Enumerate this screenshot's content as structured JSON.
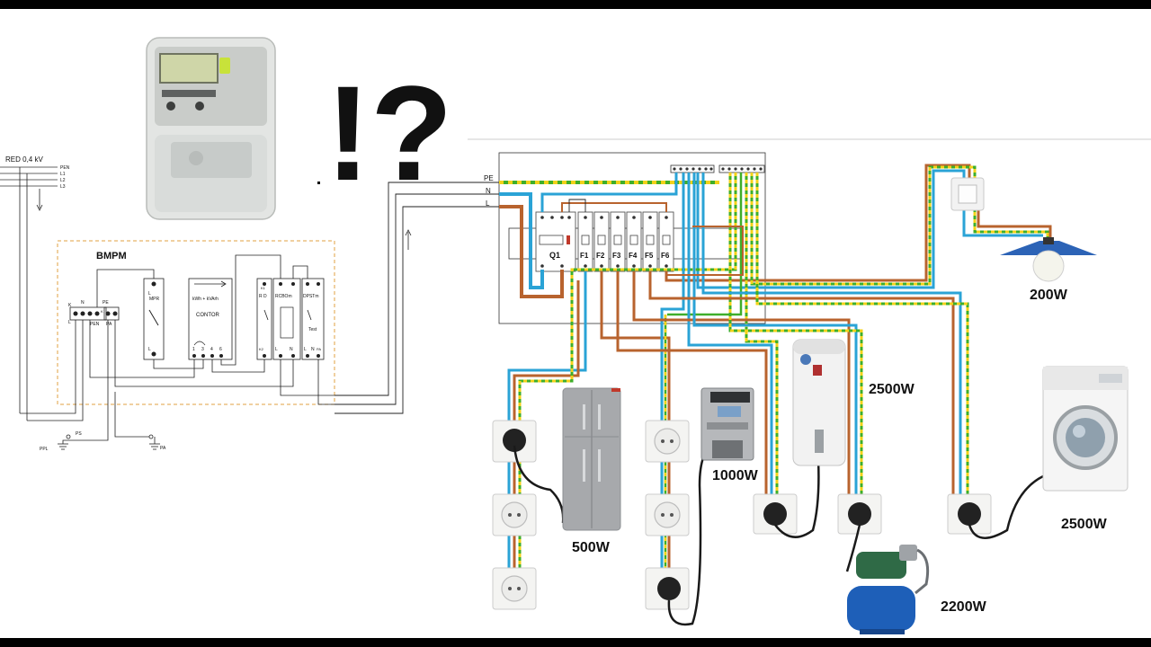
{
  "colors": {
    "pe_green": "#3fae2a",
    "pe_yellow": "#f2d21a",
    "neutral_blue": "#2aa3d6",
    "line_brown": "#b8632e",
    "thin_line": "#222222",
    "socket_white": "#f4f4f2",
    "pump_blue": "#1e5fb8",
    "dashed_box": "#e0a040"
  },
  "supply": {
    "label": "RED 0,4 kV",
    "lines": [
      "PEN",
      "L1",
      "L2",
      "L3"
    ]
  },
  "bmpm": {
    "title": "BMPM",
    "terminal_left": [
      "K",
      "L",
      "N",
      "PE",
      "K",
      "PEN",
      "PA"
    ],
    "mpr_label": "MPR",
    "meter_label": "kWh + kVArh",
    "meter_name": "CONTOR",
    "meter_terminals": [
      "1",
      "3",
      "4",
      "6"
    ],
    "mpr_terminals": [
      "L",
      "L"
    ],
    "breaker_labels": [
      "R D",
      "RCBOm",
      "DPSTm"
    ],
    "breaker_terminals": [
      "L",
      "L",
      "N",
      "L",
      "N",
      "PA"
    ],
    "k_labels": [
      "K1",
      "K2"
    ],
    "test_label": "Test",
    "ground_labels": [
      "PPL",
      "PS",
      "PA"
    ]
  },
  "symbols": "!?",
  "panel": {
    "bus_labels": [
      "PE",
      "N",
      "L"
    ],
    "main_breaker": "Q1",
    "breakers": [
      "F1",
      "F2",
      "F3",
      "F4",
      "F5",
      "F6"
    ]
  },
  "loads": {
    "lamp": "200W",
    "fridge": "500W",
    "coffee": "1000W",
    "boiler": "2500W",
    "washer": "2500W",
    "pump": "2200W"
  }
}
